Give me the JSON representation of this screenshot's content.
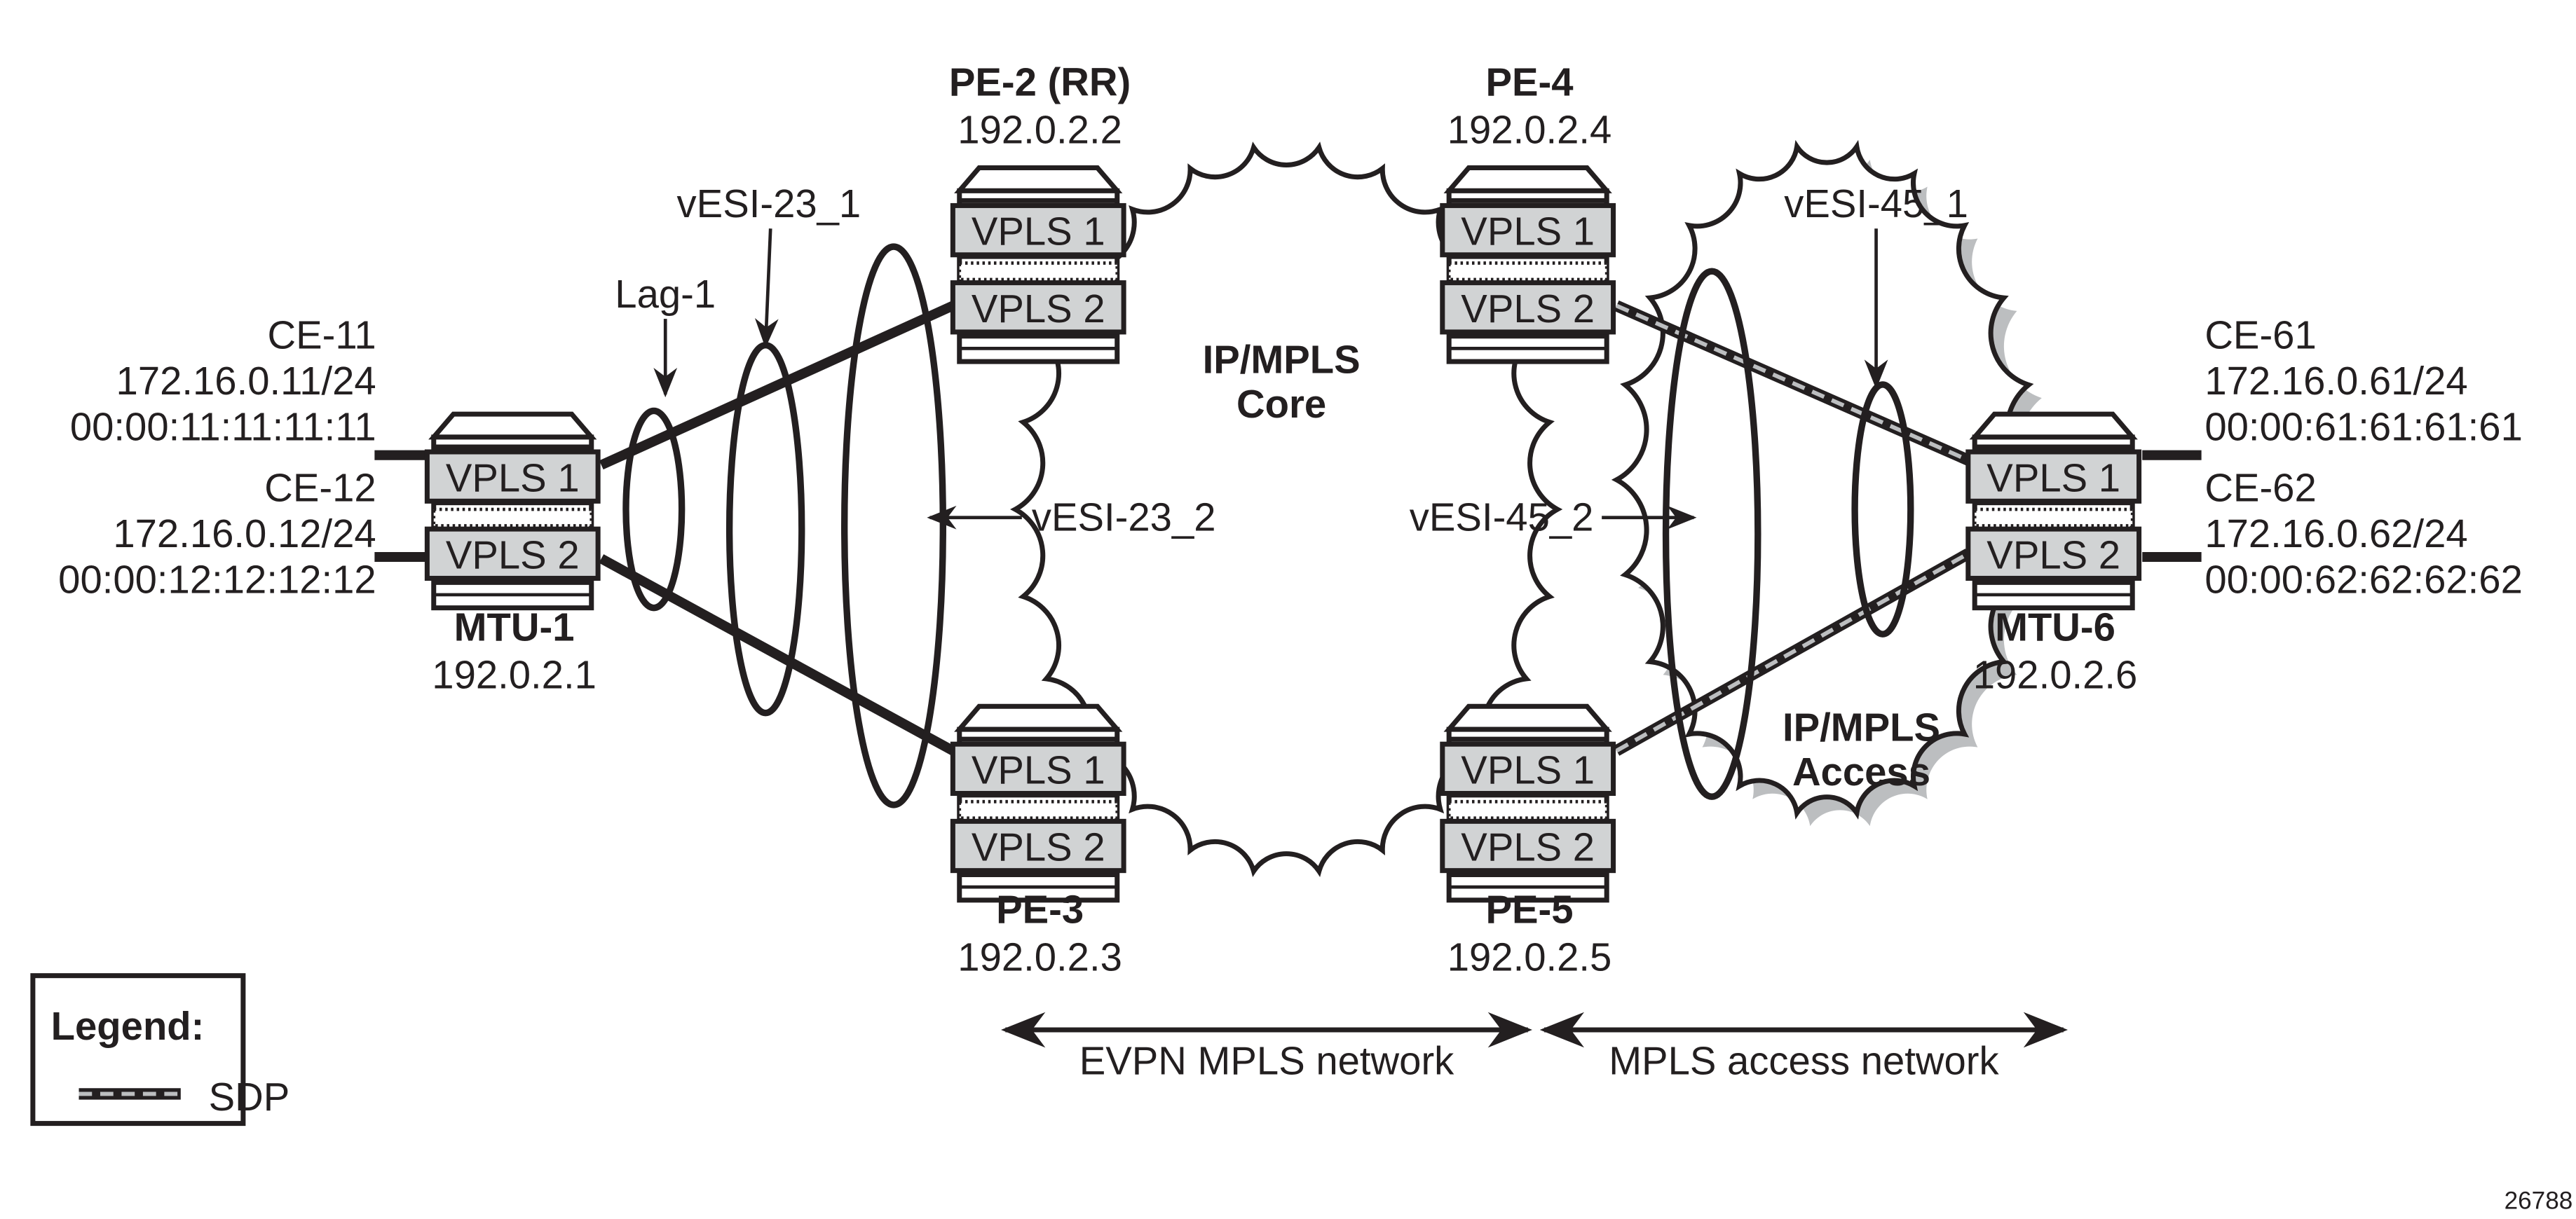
{
  "nodes": {
    "pe2": {
      "name": "PE-2 (RR)",
      "ip": "192.0.2.2",
      "services": [
        "VPLS 1",
        "VPLS 2"
      ]
    },
    "pe4": {
      "name": "PE-4",
      "ip": "192.0.2.4",
      "services": [
        "VPLS 1",
        "VPLS 2"
      ]
    },
    "pe3": {
      "name": "PE-3",
      "ip": "192.0.2.3",
      "services": [
        "VPLS 1",
        "VPLS 2"
      ]
    },
    "pe5": {
      "name": "PE-5",
      "ip": "192.0.2.5",
      "services": [
        "VPLS 1",
        "VPLS 2"
      ]
    },
    "mtu1": {
      "name": "MTU-1",
      "ip": "192.0.2.1",
      "services": [
        "VPLS 1",
        "VPLS 2"
      ]
    },
    "mtu6": {
      "name": "MTU-6",
      "ip": "192.0.2.6",
      "services": [
        "VPLS 1",
        "VPLS 2"
      ]
    }
  },
  "ces": {
    "ce11": {
      "name": "CE-11",
      "ip": "172.16.0.11/24",
      "mac": "00:00:11:11:11:11"
    },
    "ce12": {
      "name": "CE-12",
      "ip": "172.16.0.12/24",
      "mac": "00:00:12:12:12:12"
    },
    "ce61": {
      "name": "CE-61",
      "ip": "172.16.0.61/24",
      "mac": "00:00:61:61:61:61"
    },
    "ce62": {
      "name": "CE-62",
      "ip": "172.16.0.62/24",
      "mac": "00:00:62:62:62:62"
    }
  },
  "clouds": {
    "core": [
      "IP/MPLS",
      "Core"
    ],
    "access": [
      "IP/MPLS",
      "Access"
    ]
  },
  "annotations": {
    "lag1": "Lag-1",
    "vesi23_1": "vESI-23_1",
    "vesi23_2": "vESI-23_2",
    "vesi45_1": "vESI-45_1",
    "vesi45_2": "vESI-45_2"
  },
  "spans": {
    "evpn": "EVPN MPLS network",
    "access": "MPLS access network"
  },
  "legend": {
    "title": "Legend:",
    "sdp": "SDP"
  },
  "figure_id": "26788",
  "colors": {
    "ink": "#231f20",
    "service_box": "#d1d3d4",
    "cloud_shadow": "#bcbec0",
    "sdp_dash": "#bcbec0"
  }
}
